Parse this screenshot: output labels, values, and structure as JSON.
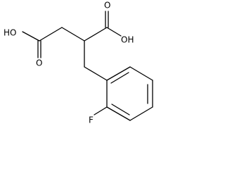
{
  "molecule": {
    "labels": {
      "ho_left": "HO",
      "o_left": "O",
      "o_right": "O",
      "oh_right": "OH",
      "fluorine": "F"
    }
  }
}
